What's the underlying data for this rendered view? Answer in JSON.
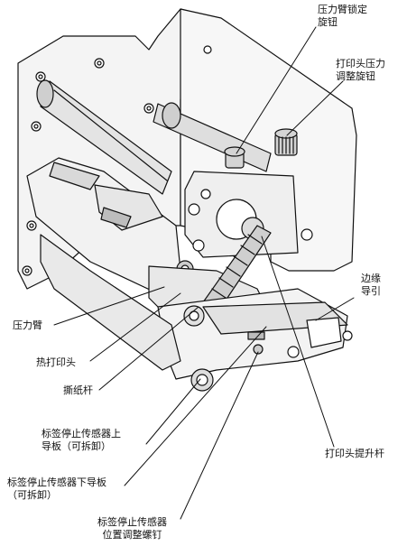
{
  "labels": {
    "pressure_arm_lock_knob": [
      "压力臂锁定",
      "旋钮"
    ],
    "printhead_pressure_knob": [
      "打印头压力",
      "调整旋钮"
    ],
    "edge_guide": [
      "边缘",
      "导引"
    ],
    "pressure_arm": "压力臂",
    "thermal_printhead": "热打印头",
    "tear_bar": "撕纸杆",
    "label_stop_sensor_upper_guide": [
      "标签停止传感器上",
      "导板（可拆卸）"
    ],
    "printhead_lift_lever": "打印头提升杆",
    "label_stop_sensor_lower_guide": [
      "标签停止传感器下导板",
      "（可拆卸）"
    ],
    "label_stop_sensor_position_screw": [
      "标签停止传感器",
      "位置调整螺钉"
    ]
  }
}
